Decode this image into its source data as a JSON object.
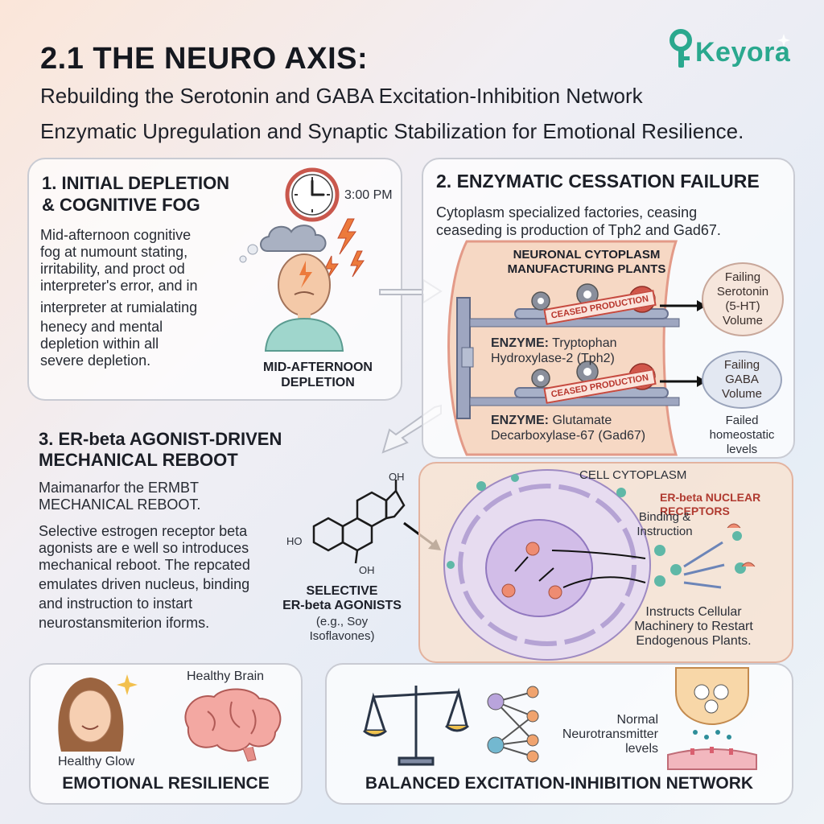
{
  "header": {
    "title": "2.1 THE NEURO AXIS:",
    "subtitle": "Rebuilding the Serotonin and GABA Excitation-Inhibition Network",
    "subtitle2": "Enzymatic Upregulation and Synaptic Stabilization for Emotional Resilience.",
    "logo": "Keyora"
  },
  "panel1": {
    "heading": [
      "1. INITIAL DEPLETION",
      "& COGNITIVE FOG"
    ],
    "body": [
      "Mid-afternoon cognitive",
      "fog at numount stating,",
      "irritability, and proct od",
      "interpreter's error, and in",
      "interpreter at rumialating",
      "henecy and mental",
      "depletion within all",
      "severe depletion."
    ],
    "clock_label": "3:00 PM",
    "caption": [
      "MID-AFTERNOON",
      "DEPLETION"
    ]
  },
  "panel2": {
    "heading": "2. ENZYMATIC CESSATION FAILURE",
    "intro": [
      "Cytoplasm specialized factories, ceasing",
      "ceaseding is production of Tph2 and Gad67."
    ],
    "plant_title": [
      "NEURONAL CYTOPLASM",
      "MANUFACTURING PLANTS"
    ],
    "stamp": "CEASED PRODUCTION",
    "enzyme1": {
      "prefix": "ENZYME:",
      "name": "Tryptophan",
      "line2": "Hydroxylase-2 (Tph2)"
    },
    "enzyme2": {
      "prefix": "ENZYME:",
      "name": "Glutamate",
      "line2": "Decarboxylase-67 (Gad67)"
    },
    "output1": [
      "Failing",
      "Serotonin",
      "(5-HT)",
      "Volume"
    ],
    "output2": [
      "Failing",
      "GABA",
      "Volume"
    ],
    "note": [
      "Failed",
      "homeostatic",
      "levels"
    ]
  },
  "panel3": {
    "heading": [
      "3. ER-beta AGONIST-DRIVEN",
      "MECHANICAL REBOOT"
    ],
    "intro": [
      "Maimanarfor the ERMBT",
      "MECHANICAL REBOOT."
    ],
    "body": [
      "Selective estrogen receptor beta",
      "agonists are e well so introduces",
      "mechanical reboot. The repcated",
      "emulates driven nucleus, binding",
      "and instruction to instart",
      "neurostansmiterion iforms."
    ],
    "molecule_labels": {
      "oh_top": "OH",
      "ho_left": "HO",
      "oh_bottom": "OH"
    },
    "agonist_caption": [
      "SELECTIVE",
      "ER-beta AGONISTS"
    ],
    "agonist_example": [
      "(e.g., Soy",
      "Isoflavones)"
    ],
    "cell_title": "CELL CYTOPLASM",
    "receptor_title": [
      "ER-beta NUCLEAR",
      "RECEPTORS"
    ],
    "binding": [
      "Binding &",
      "Instruction"
    ],
    "instruct": [
      "Instructs Cellular",
      "Machinery to Restart",
      "Endogenous Plants."
    ]
  },
  "panel4": {
    "brain_label": "Healthy Brain",
    "glow_label": "Healthy Glow",
    "caption": "EMOTIONAL RESILIENCE"
  },
  "panel5": {
    "nt_label": [
      "Normal",
      "Neurotransmitter",
      "levels"
    ],
    "caption": "BALANCED EXCITATION-INHIBITION NETWORK"
  },
  "colors": {
    "accent": "#2aa88e",
    "warning": "#c64a3f",
    "panel_border": "#c9cbd3"
  }
}
